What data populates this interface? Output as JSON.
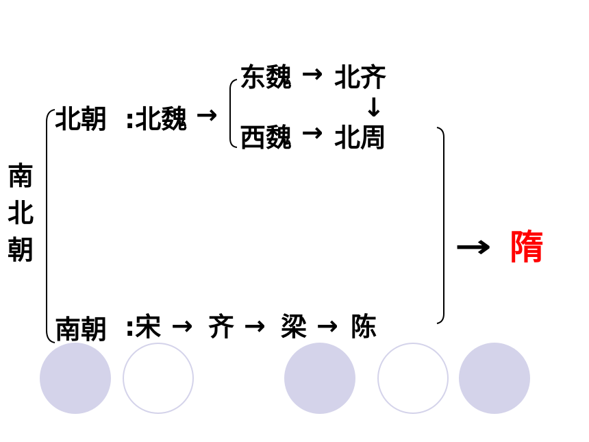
{
  "vertical_title": [
    "南",
    "北",
    "朝"
  ],
  "north": {
    "label": "北朝",
    "colon_item": ":北魏",
    "arrow": "→",
    "east": "东魏",
    "east_next": "北齐",
    "west": "西魏",
    "west_next": "北周",
    "arrow_east": "→",
    "arrow_west": "→",
    "arrow_down": "↓"
  },
  "south": {
    "label": "南朝",
    "colon_item": ":宋",
    "items": [
      "齐",
      "梁",
      "陈"
    ],
    "arrows": [
      "→",
      "→",
      "→"
    ]
  },
  "result": {
    "arrow": "→",
    "name": "隋",
    "color": "#ff0000"
  },
  "decor": {
    "circle_fill": "#d4d3ea",
    "circles": [
      "filled",
      "outline",
      "filled",
      "outline",
      "filled"
    ]
  }
}
